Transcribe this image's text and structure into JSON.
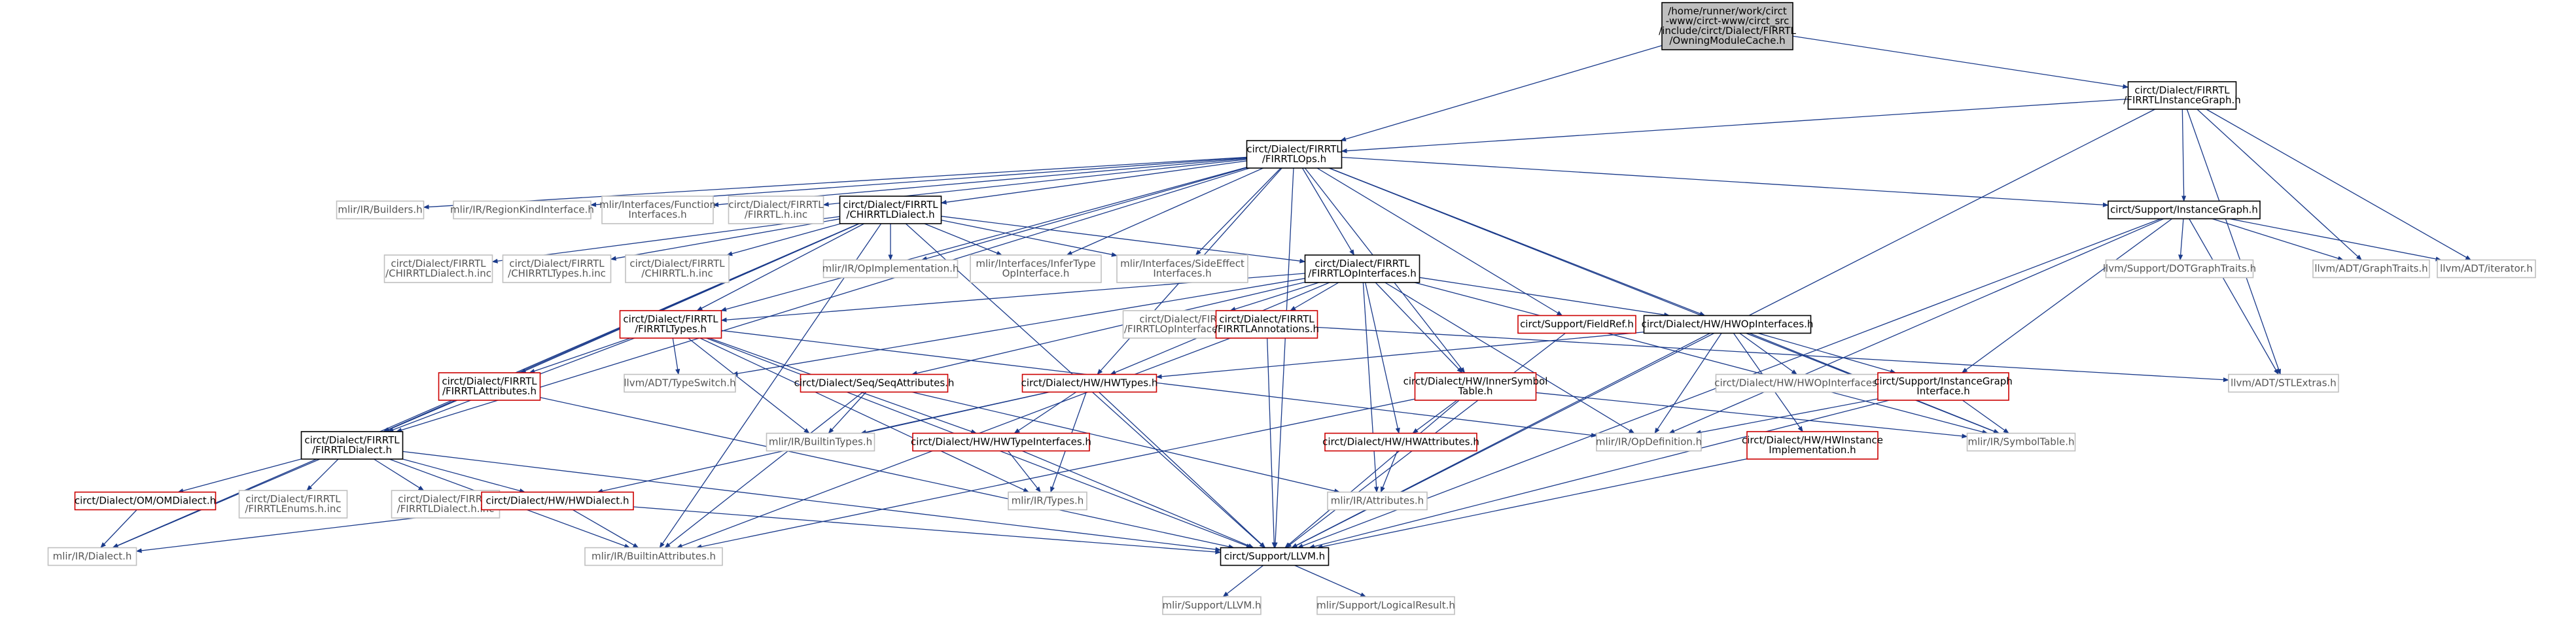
{
  "colors": {
    "edge": "#1a3a8a",
    "border_black": "#000000",
    "border_red": "#cc0000",
    "border_gray": "#c0c0c0",
    "text_normal": "#000000",
    "text_gray": "#555555",
    "fill_root": "#bfbfbf",
    "fill_normal": "#ffffff"
  },
  "nodes": [
    {
      "id": "root",
      "lines": [
        "/home/runner/work/circt",
        "-www/circt-www/circt_src",
        "/include/circt/Dialect/FIRRTL",
        "/OwningModuleCache.h"
      ],
      "style": "root"
    },
    {
      "id": "instgraph",
      "lines": [
        "circt/Dialect/FIRRTL",
        "/FIRRTLInstanceGraph.h"
      ],
      "style": "normal"
    },
    {
      "id": "ops",
      "lines": [
        "circt/Dialect/FIRRTL",
        "/FIRRTLOps.h"
      ],
      "style": "normal"
    },
    {
      "id": "builders",
      "lines": [
        "mlir/IR/Builders.h"
      ],
      "style": "gray"
    },
    {
      "id": "regionkind",
      "lines": [
        "mlir/IR/RegionKindInterface.h"
      ],
      "style": "gray"
    },
    {
      "id": "funciface",
      "lines": [
        "mlir/Interfaces/Function",
        "Interfaces.h"
      ],
      "style": "gray"
    },
    {
      "id": "firrtlhinc",
      "lines": [
        "circt/Dialect/FIRRTL",
        "/FIRRTL.h.inc"
      ],
      "style": "gray"
    },
    {
      "id": "chirrtl",
      "lines": [
        "circt/Dialect/FIRRTL",
        "/CHIRRTLDialect.h"
      ],
      "style": "normal"
    },
    {
      "id": "supinstgraph",
      "lines": [
        "circt/Support/InstanceGraph.h"
      ],
      "style": "normal"
    },
    {
      "id": "chirrtldialinc",
      "lines": [
        "circt/Dialect/FIRRTL",
        "/CHIRRTLDialect.h.inc"
      ],
      "style": "gray"
    },
    {
      "id": "chirrtltypesinc",
      "lines": [
        "circt/Dialect/FIRRTL",
        "/CHIRRTLTypes.h.inc"
      ],
      "style": "gray"
    },
    {
      "id": "chirrtlhinc",
      "lines": [
        "circt/Dialect/FIRRTL",
        "/CHIRRTL.h.inc"
      ],
      "style": "gray"
    },
    {
      "id": "opimpl",
      "lines": [
        "mlir/IR/OpImplementation.h"
      ],
      "style": "gray"
    },
    {
      "id": "infertype",
      "lines": [
        "mlir/Interfaces/InferType",
        "OpInterface.h"
      ],
      "style": "gray"
    },
    {
      "id": "sideeffect",
      "lines": [
        "mlir/Interfaces/SideEffect",
        "Interfaces.h"
      ],
      "style": "gray"
    },
    {
      "id": "opinterfaces",
      "lines": [
        "circt/Dialect/FIRRTL",
        "/FIRRTLOpInterfaces.h"
      ],
      "style": "normal"
    },
    {
      "id": "dotgraph",
      "lines": [
        "llvm/Support/DOTGraphTraits.h"
      ],
      "style": "gray"
    },
    {
      "id": "graphtraits",
      "lines": [
        "llvm/ADT/GraphTraits.h"
      ],
      "style": "gray"
    },
    {
      "id": "iterator",
      "lines": [
        "llvm/ADT/iterator.h"
      ],
      "style": "gray"
    },
    {
      "id": "firrtltypes",
      "lines": [
        "circt/Dialect/FIRRTL",
        "/FIRRTLTypes.h"
      ],
      "style": "red"
    },
    {
      "id": "opinterfacesinc",
      "lines": [
        "circt/Dialect/FIRRTL",
        "/FIRRTLOpInterfaces.h.inc"
      ],
      "style": "gray"
    },
    {
      "id": "annotations",
      "lines": [
        "circt/Dialect/FIRRTL",
        "/FIRRTLAnnotations.h"
      ],
      "style": "red"
    },
    {
      "id": "fieldref",
      "lines": [
        "circt/Support/FieldRef.h"
      ],
      "style": "red"
    },
    {
      "id": "hwopinterfaces",
      "lines": [
        "circt/Dialect/HW/HWOpInterfaces.h"
      ],
      "style": "normal"
    },
    {
      "id": "firrtlattrs",
      "lines": [
        "circt/Dialect/FIRRTL",
        "/FIRRTLAttributes.h"
      ],
      "style": "red"
    },
    {
      "id": "typeswitch",
      "lines": [
        "llvm/ADT/TypeSwitch.h"
      ],
      "style": "gray"
    },
    {
      "id": "seqattrs",
      "lines": [
        "circt/Dialect/Seq/SeqAttributes.h"
      ],
      "style": "red"
    },
    {
      "id": "hwtypes",
      "lines": [
        "circt/Dialect/HW/HWTypes.h"
      ],
      "style": "red"
    },
    {
      "id": "innersym",
      "lines": [
        "circt/Dialect/HW/InnerSymbol",
        "Table.h"
      ],
      "style": "red"
    },
    {
      "id": "hwopifaceinc",
      "lines": [
        "circt/Dialect/HW/HWOpInterfaces.h.inc"
      ],
      "style": "gray"
    },
    {
      "id": "supinstgraphiface",
      "lines": [
        "circt/Support/InstanceGraph",
        "Interface.h"
      ],
      "style": "red"
    },
    {
      "id": "stlextras",
      "lines": [
        "llvm/ADT/STLExtras.h"
      ],
      "style": "gray"
    },
    {
      "id": "firrtldialect",
      "lines": [
        "circt/Dialect/FIRRTL",
        "/FIRRTLDialect.h"
      ],
      "style": "normal"
    },
    {
      "id": "builtintypes",
      "lines": [
        "mlir/IR/BuiltinTypes.h"
      ],
      "style": "gray"
    },
    {
      "id": "hwtypeiface",
      "lines": [
        "circt/Dialect/HW/HWTypeInterfaces.h"
      ],
      "style": "red"
    },
    {
      "id": "hwattrs",
      "lines": [
        "circt/Dialect/HW/HWAttributes.h"
      ],
      "style": "red"
    },
    {
      "id": "opdef",
      "lines": [
        "mlir/IR/OpDefinition.h"
      ],
      "style": "gray"
    },
    {
      "id": "hwinstimpl",
      "lines": [
        "circt/Dialect/HW/HWInstance",
        "Implementation.h"
      ],
      "style": "red"
    },
    {
      "id": "symtable",
      "lines": [
        "mlir/IR/SymbolTable.h"
      ],
      "style": "gray"
    },
    {
      "id": "omdialect",
      "lines": [
        "circt/Dialect/OM/OMDialect.h"
      ],
      "style": "red"
    },
    {
      "id": "firrtlenumsinc",
      "lines": [
        "circt/Dialect/FIRRTL",
        "/FIRRTLEnums.h.inc"
      ],
      "style": "gray"
    },
    {
      "id": "firrtldialinc",
      "lines": [
        "circt/Dialect/FIRRTL",
        "/FIRRTLDialect.h.inc"
      ],
      "style": "gray"
    },
    {
      "id": "hwdialect",
      "lines": [
        "circt/Dialect/HW/HWDialect.h"
      ],
      "style": "red"
    },
    {
      "id": "mlirtypes",
      "lines": [
        "mlir/IR/Types.h"
      ],
      "style": "gray"
    },
    {
      "id": "attributes",
      "lines": [
        "mlir/IR/Attributes.h"
      ],
      "style": "gray"
    },
    {
      "id": "mlirdialect",
      "lines": [
        "mlir/IR/Dialect.h"
      ],
      "style": "gray"
    },
    {
      "id": "builtinattrs",
      "lines": [
        "mlir/IR/BuiltinAttributes.h"
      ],
      "style": "gray"
    },
    {
      "id": "llvmh",
      "lines": [
        "circt/Support/LLVM.h"
      ],
      "style": "normal"
    },
    {
      "id": "mlirllvm",
      "lines": [
        "mlir/Support/LLVM.h"
      ],
      "style": "gray"
    },
    {
      "id": "logicalresult",
      "lines": [
        "mlir/Support/LogicalResult.h"
      ],
      "style": "gray"
    }
  ],
  "edges": [
    [
      "root",
      "instgraph"
    ],
    [
      "root",
      "ops"
    ],
    [
      "instgraph",
      "ops"
    ],
    [
      "instgraph",
      "supinstgraph"
    ],
    [
      "instgraph",
      "graphtraits"
    ],
    [
      "instgraph",
      "iterator"
    ],
    [
      "instgraph",
      "stlextras"
    ],
    [
      "instgraph",
      "llvmh"
    ],
    [
      "ops",
      "builders"
    ],
    [
      "ops",
      "regionkind"
    ],
    [
      "ops",
      "funciface"
    ],
    [
      "ops",
      "firrtlhinc"
    ],
    [
      "ops",
      "chirrtl"
    ],
    [
      "ops",
      "supinstgraph"
    ],
    [
      "ops",
      "opimpl"
    ],
    [
      "ops",
      "infertype"
    ],
    [
      "ops",
      "sideeffect"
    ],
    [
      "ops",
      "opinterfaces"
    ],
    [
      "ops",
      "fieldref"
    ],
    [
      "ops",
      "hwopinterfaces"
    ],
    [
      "ops",
      "firrtldialect"
    ],
    [
      "ops",
      "firrtltypes"
    ],
    [
      "ops",
      "hwtypes"
    ],
    [
      "ops",
      "innersym"
    ],
    [
      "ops",
      "symtable"
    ],
    [
      "ops",
      "llvmh"
    ],
    [
      "chirrtl",
      "chirrtldialinc"
    ],
    [
      "chirrtl",
      "chirrtltypesinc"
    ],
    [
      "chirrtl",
      "chirrtlhinc"
    ],
    [
      "chirrtl",
      "opimpl"
    ],
    [
      "chirrtl",
      "infertype"
    ],
    [
      "chirrtl",
      "sideeffect"
    ],
    [
      "chirrtl",
      "opinterfaces"
    ],
    [
      "chirrtl",
      "firrtltypes"
    ],
    [
      "chirrtl",
      "firrtlattrs"
    ],
    [
      "chirrtl",
      "firrtldialect"
    ],
    [
      "chirrtl",
      "mlirdialect"
    ],
    [
      "chirrtl",
      "builtinattrs"
    ],
    [
      "chirrtl",
      "llvmh"
    ],
    [
      "supinstgraph",
      "dotgraph"
    ],
    [
      "supinstgraph",
      "graphtraits"
    ],
    [
      "supinstgraph",
      "iterator"
    ],
    [
      "supinstgraph",
      "stlextras"
    ],
    [
      "supinstgraph",
      "supinstgraphiface"
    ],
    [
      "supinstgraph",
      "opdef"
    ],
    [
      "supinstgraph",
      "llvmh"
    ],
    [
      "opinterfaces",
      "firrtltypes"
    ],
    [
      "opinterfaces",
      "opinterfacesinc"
    ],
    [
      "opinterfaces",
      "annotations"
    ],
    [
      "opinterfaces",
      "hwopinterfaces"
    ],
    [
      "opinterfaces",
      "typeswitch"
    ],
    [
      "opinterfaces",
      "seqattrs"
    ],
    [
      "opinterfaces",
      "hwtypes"
    ],
    [
      "opinterfaces",
      "innersym"
    ],
    [
      "opinterfaces",
      "hwattrs"
    ],
    [
      "opinterfaces",
      "opdef"
    ],
    [
      "opinterfaces",
      "symtable"
    ],
    [
      "opinterfaces",
      "attributes"
    ],
    [
      "firrtltypes",
      "firrtlattrs"
    ],
    [
      "firrtltypes",
      "firrtldialect"
    ],
    [
      "firrtltypes",
      "typeswitch"
    ],
    [
      "firrtltypes",
      "builtintypes"
    ],
    [
      "firrtltypes",
      "hwtypeiface"
    ],
    [
      "firrtltypes",
      "mlirtypes"
    ],
    [
      "firrtltypes",
      "opdef"
    ],
    [
      "firrtltypes",
      "llvmh"
    ],
    [
      "annotations",
      "stlextras"
    ],
    [
      "annotations",
      "builtinattrs"
    ],
    [
      "annotations",
      "llvmh"
    ],
    [
      "fieldref",
      "llvmh"
    ],
    [
      "hwopinterfaces",
      "hwtypes"
    ],
    [
      "hwopinterfaces",
      "hwopifaceinc"
    ],
    [
      "hwopinterfaces",
      "supinstgraphiface"
    ],
    [
      "hwopinterfaces",
      "hwinstimpl"
    ],
    [
      "hwopinterfaces",
      "opdef"
    ],
    [
      "hwopinterfaces",
      "symtable"
    ],
    [
      "hwopinterfaces",
      "llvmh"
    ],
    [
      "firrtlattrs",
      "firrtldialect"
    ],
    [
      "firrtlattrs",
      "llvmh"
    ],
    [
      "seqattrs",
      "builtintypes"
    ],
    [
      "seqattrs",
      "attributes"
    ],
    [
      "seqattrs",
      "builtinattrs"
    ],
    [
      "hwtypes",
      "builtintypes"
    ],
    [
      "hwtypes",
      "hwtypeiface"
    ],
    [
      "hwtypes",
      "hwdialect"
    ],
    [
      "hwtypes",
      "mlirtypes"
    ],
    [
      "hwtypes",
      "llvmh"
    ],
    [
      "innersym",
      "hwattrs"
    ],
    [
      "innersym",
      "symtable"
    ],
    [
      "innersym",
      "builtinattrs"
    ],
    [
      "innersym",
      "llvmh"
    ],
    [
      "supinstgraphiface",
      "opdef"
    ],
    [
      "supinstgraphiface",
      "symtable"
    ],
    [
      "supinstgraphiface",
      "llvmh"
    ],
    [
      "firrtldialect",
      "omdialect"
    ],
    [
      "firrtldialect",
      "firrtlenumsinc"
    ],
    [
      "firrtldialect",
      "firrtldialinc"
    ],
    [
      "firrtldialect",
      "hwdialect"
    ],
    [
      "firrtldialect",
      "mlirdialect"
    ],
    [
      "firrtldialect",
      "builtinattrs"
    ],
    [
      "firrtldialect",
      "llvmh"
    ],
    [
      "hwtypeiface",
      "mlirtypes"
    ],
    [
      "hwtypeiface",
      "llvmh"
    ],
    [
      "hwattrs",
      "attributes"
    ],
    [
      "hwinstimpl",
      "llvmh"
    ],
    [
      "omdialect",
      "mlirdialect"
    ],
    [
      "hwdialect",
      "mlirdialect"
    ],
    [
      "hwdialect",
      "builtinattrs"
    ],
    [
      "hwdialect",
      "llvmh"
    ],
    [
      "llvmh",
      "mlirllvm"
    ],
    [
      "llvmh",
      "logicalresult"
    ]
  ]
}
